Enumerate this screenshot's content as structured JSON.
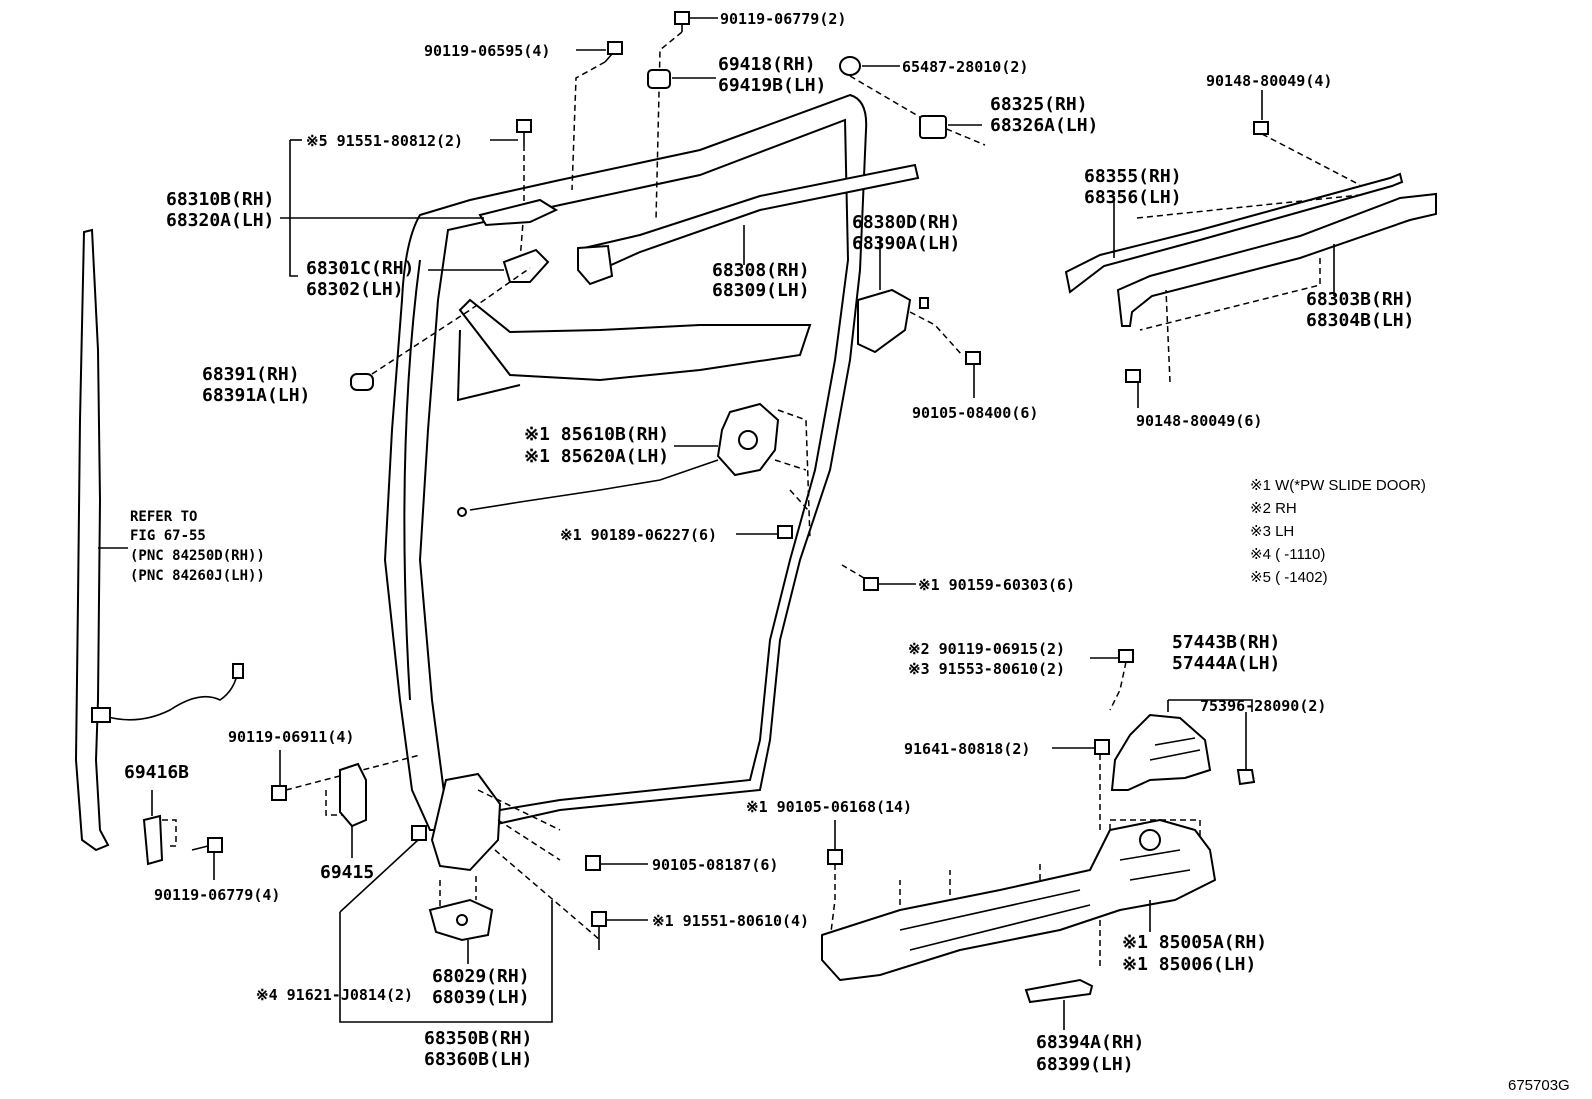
{
  "labels": {
    "l_90119_06779_top": "90119-06779(2)",
    "l_90119_06595": "90119-06595(4)",
    "l_69418": "69418(RH)",
    "l_69419b": "69419B(LH)",
    "l_65487": "65487-28010(2)",
    "l_68325": "68325(RH)",
    "l_68326a": "68326A(LH)",
    "l_90148_top": "90148-80049(4)",
    "l_91551_80812": "※5 91551-80812(2)",
    "l_68310b": "68310B(RH)",
    "l_68320a": "68320A(LH)",
    "l_68355": "68355(RH)",
    "l_68356": "68356(LH)",
    "l_68380d": "68380D(RH)",
    "l_68390a": "68390A(LH)",
    "l_68301c": "68301C(RH)",
    "l_68302": "68302(LH)",
    "l_68308": "68308(RH)",
    "l_68309": "68309(LH)",
    "l_68303b": "68303B(RH)",
    "l_68304b": "68304B(LH)",
    "l_68391": "68391(RH)",
    "l_68391a": "68391A(LH)",
    "l_90105_08400": "90105-08400(6)",
    "l_90148_bot": "90148-80049(6)",
    "l_85610b": "※1 85610B(RH)",
    "l_85620a": "※1 85620A(LH)",
    "l_90189": "※1 90189-06227(6)",
    "l_90159": "※1 90159-60303(6)",
    "l_90119_06915": "※2 90119-06915(2)",
    "l_91553_80610": "※3 91553-80610(2)",
    "l_57443b": "57443B(RH)",
    "l_57444a": "57444A(LH)",
    "l_75396": "75396-28090(2)",
    "l_91641": "91641-80818(2)",
    "l_90119_06911": "90119-06911(4)",
    "l_69416b": "69416B",
    "l_69415": "69415",
    "l_90119_06779_bot": "90119-06779(4)",
    "l_90105_06168": "※1 90105-06168(14)",
    "l_90105_08187": "90105-08187(6)",
    "l_91551_80610": "※1 91551-80610(4)",
    "l_85005a": "※1 85005A(RH)",
    "l_85006": "※1 85006(LH)",
    "l_68029": "68029(RH)",
    "l_68039": "68039(LH)",
    "l_91621": "※4 91621-J0814(2)",
    "l_68350b": "68350B(RH)",
    "l_68360b": "68360B(LH)",
    "l_68394a": "68394A(RH)",
    "l_68399": "68399(LH)"
  },
  "reference": {
    "line1": "REFER TO",
    "line2": "FIG 67-55",
    "line3": "(PNC 84250D(RH))",
    "line4": "(PNC 84260J(LH))"
  },
  "legend": {
    "n1": "※1 W(*PW SLIDE DOOR)",
    "n2": "※2 RH",
    "n3": "※3 LH",
    "n4": "※4 (      -1110)",
    "n5": "※5 (      -1402)"
  },
  "figure_code": "675703G"
}
